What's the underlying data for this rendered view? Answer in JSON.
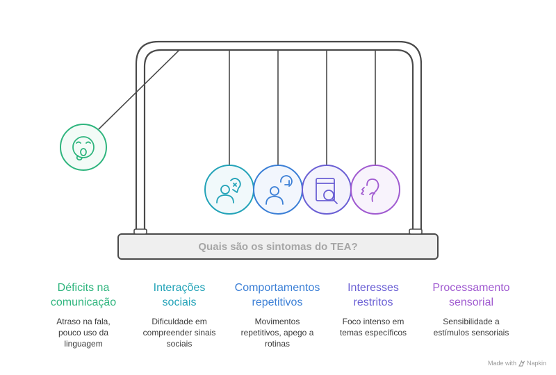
{
  "diagram": {
    "question": "Quais são os sintomas do TEA?",
    "colors": {
      "frame_stroke": "#4a4a4a",
      "base_fill": "#efefef",
      "question_text": "#a6a6a6",
      "desc_text": "#3a3a3a"
    },
    "symptoms": [
      {
        "title_lines": [
          "Déficits na",
          "comunicação"
        ],
        "desc_lines": [
          "Atraso na fala,",
          "pouco uso da",
          "linguagem"
        ],
        "color": "#2fb57e",
        "fill": "#f3fbf7",
        "icon": "surprised-face-icon",
        "raised": true
      },
      {
        "title_lines": [
          "Interações",
          "sociais"
        ],
        "desc_lines": [
          "Dificuldade em",
          "compreender sinais",
          "sociais"
        ],
        "color": "#23a3b8",
        "fill": "#f1f9fb",
        "icon": "person-speaking-icon",
        "raised": false
      },
      {
        "title_lines": [
          "Comportamentos",
          "repetitivos"
        ],
        "desc_lines": [
          "Movimentos",
          "repetitivos, apego a",
          "rotinas"
        ],
        "color": "#3b7fd6",
        "fill": "#f2f6fd",
        "icon": "person-repeat-icon",
        "raised": false
      },
      {
        "title_lines": [
          "Interesses",
          "restritos"
        ],
        "desc_lines": [
          "Foco intenso em",
          "temas específicos"
        ],
        "color": "#6a5fd4",
        "fill": "#f4f3fc",
        "icon": "book-search-icon",
        "raised": false
      },
      {
        "title_lines": [
          "Processamento",
          "sensorial"
        ],
        "desc_lines": [
          "Sensibilidade a",
          "estímulos sensoriais"
        ],
        "color": "#a05ad0",
        "fill": "#f8f3fc",
        "icon": "ear-sound-icon",
        "raised": false
      }
    ]
  },
  "footer": {
    "made_with": "Made with",
    "brand": "Napkin",
    "brand_icon": "napkin-logo-icon"
  }
}
